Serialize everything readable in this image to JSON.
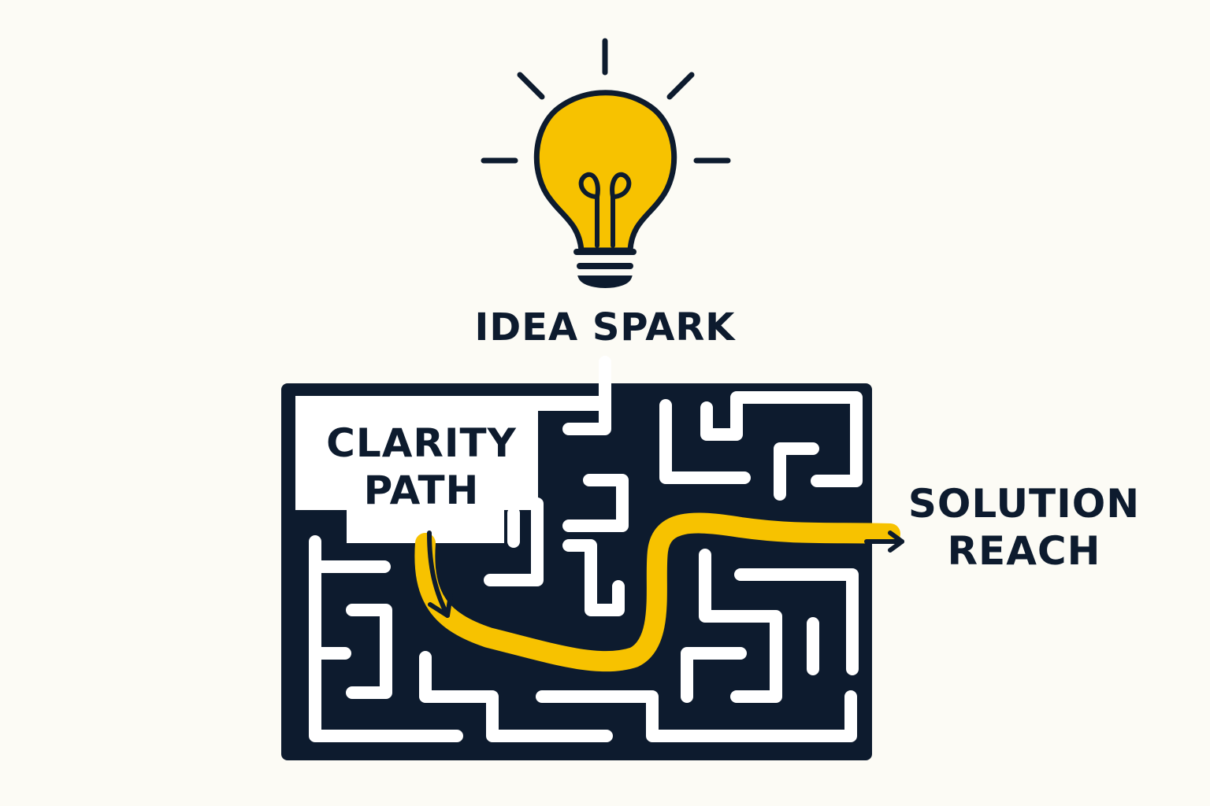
{
  "labels": {
    "idea": "IDEA SPARK",
    "clarity": [
      "CLARITY",
      "PATH"
    ],
    "solution": [
      "SOLUTION",
      "REACH"
    ]
  },
  "colors": {
    "background": "#fcfbf5",
    "navy": "#0d1b2e",
    "yellow": "#f7c200"
  },
  "icons": [
    "lightbulb-icon",
    "maze",
    "arrow-icon"
  ]
}
